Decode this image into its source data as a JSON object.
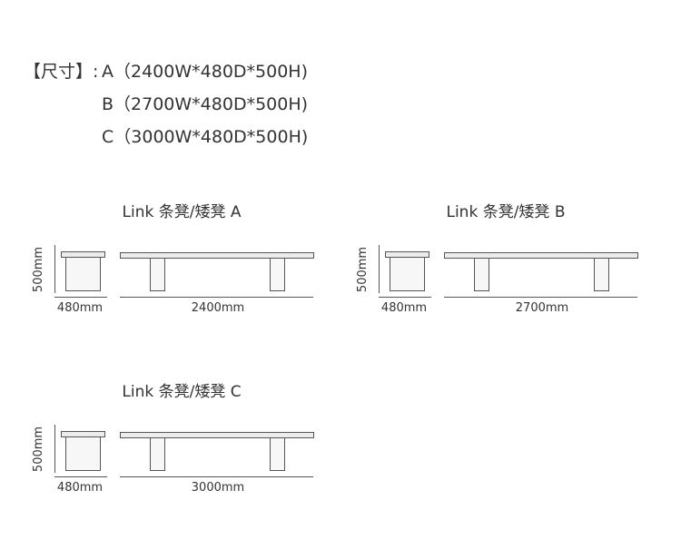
{
  "spec": {
    "label": "【尺寸】: ",
    "lines": [
      "A（2400W*480D*500H)",
      "B（2700W*480D*500H)",
      "C（3000W*480D*500H)"
    ]
  },
  "panels": [
    {
      "title": "Link 条凳/矮凳 A",
      "height_label": "500mm",
      "depth_label": "480mm",
      "width_label": "2400mm"
    },
    {
      "title": "Link 条凳/矮凳 B",
      "height_label": "500mm",
      "depth_label": "480mm",
      "width_label": "2700mm"
    },
    {
      "title": "Link 条凳/矮凳 C",
      "height_label": "500mm",
      "depth_label": "480mm",
      "width_label": "3000mm"
    }
  ],
  "colors": {
    "line": "#555555",
    "fill": "#e6e6e6",
    "text": "#333333"
  }
}
